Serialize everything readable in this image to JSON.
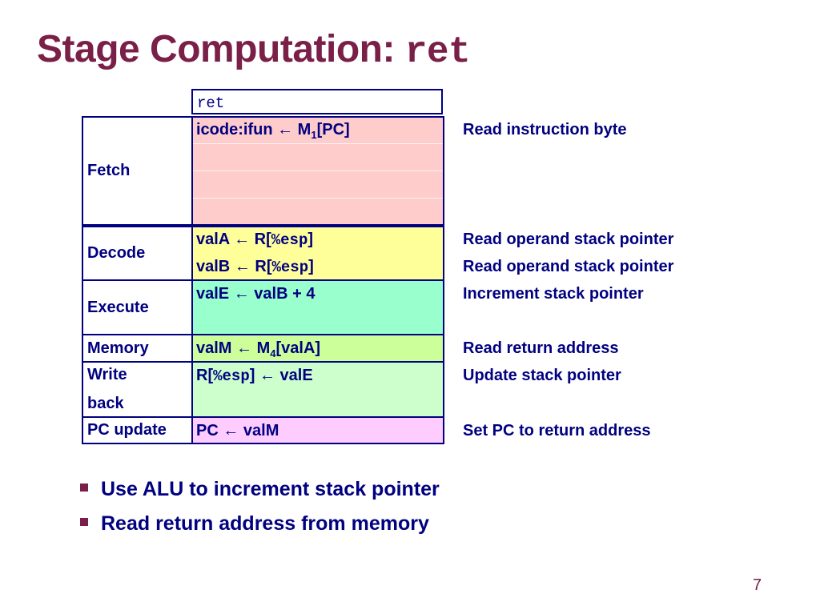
{
  "title": {
    "text": "Stage Computation: ",
    "code": "ret"
  },
  "table": {
    "header": "ret",
    "stages": {
      "fetch": {
        "label": "Fetch",
        "lines": [
          {
            "lhs": "icode:ifun",
            "arrow": "←",
            "rhs_prefix": "M",
            "rhs_sub": "1",
            "rhs_suffix": "[PC]"
          }
        ],
        "descriptions": [
          "Read instruction byte"
        ],
        "color": "#ffcccc"
      },
      "decode": {
        "label": "Decode",
        "lines": [
          {
            "lhs": "valA",
            "arrow": "←",
            "rhs_prefix": "R[",
            "rhs_code": "%esp",
            "rhs_suffix": "]"
          },
          {
            "lhs": "valB",
            "arrow": "←",
            "rhs_prefix": "R[",
            "rhs_code": "%esp",
            "rhs_suffix": "]"
          }
        ],
        "descriptions": [
          "Read operand stack pointer",
          "Read operand stack pointer"
        ],
        "color": "#ffff99"
      },
      "execute": {
        "label": "Execute",
        "lines": [
          {
            "lhs": "valE",
            "arrow": "←",
            "rhs": "valB + 4"
          }
        ],
        "descriptions": [
          "Increment stack pointer"
        ],
        "color": "#99ffcc"
      },
      "memory": {
        "label": "Memory",
        "lines": [
          {
            "lhs": "valM",
            "arrow": "←",
            "rhs_prefix": "M",
            "rhs_sub": "4",
            "rhs_suffix": "[valA]"
          }
        ],
        "descriptions": [
          "Read return address"
        ],
        "color": "#ccff99"
      },
      "writeback": {
        "label_line1": "Write",
        "label_line2": "back",
        "lines": [
          {
            "lhs_prefix": "R[",
            "lhs_code": "%esp",
            "lhs_suffix": "]",
            "arrow": "←",
            "rhs": "valE"
          }
        ],
        "descriptions": [
          "Update stack pointer"
        ],
        "color": "#ccffcc"
      },
      "pcupdate": {
        "label": "PC update",
        "lines": [
          {
            "lhs": "PC",
            "arrow": "←",
            "rhs": "valM"
          }
        ],
        "descriptions": [
          "Set PC to return address"
        ],
        "color": "#ffccff"
      }
    }
  },
  "bullets": [
    "Use ALU to increment stack pointer",
    "Read return address from memory"
  ],
  "page_number": "7",
  "colors": {
    "title": "#7a1f47",
    "text": "#000080",
    "border": "#000080"
  }
}
